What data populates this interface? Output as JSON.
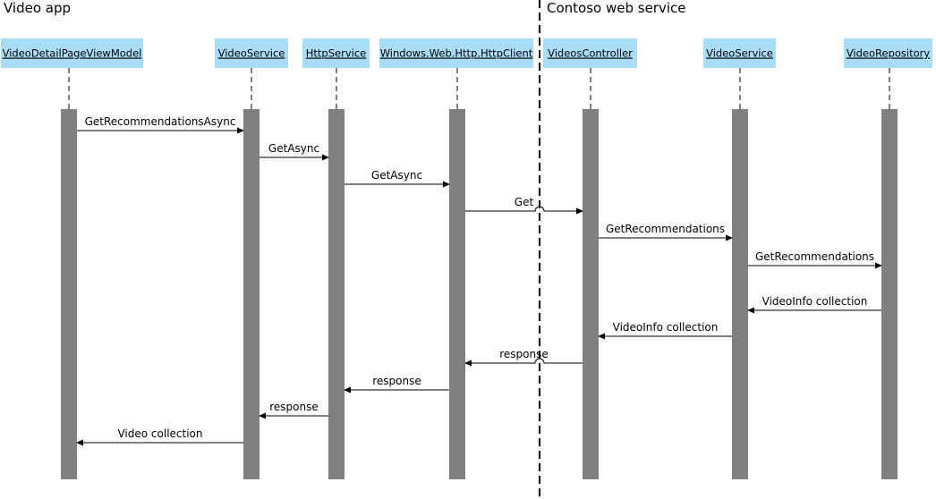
{
  "sections": {
    "left_title": "Video app",
    "right_title": "Contoso web service"
  },
  "colors": {
    "participant_fill": "#a9dcf7",
    "activation_bar": "#808080",
    "line": "#000000"
  },
  "participants": [
    {
      "id": "p0",
      "label": "VideoDetailPageViewModel"
    },
    {
      "id": "p1",
      "label": "VideoService"
    },
    {
      "id": "p2",
      "label": "HttpService"
    },
    {
      "id": "p3",
      "label": "Windows.Web.Http.HttpClient"
    },
    {
      "id": "p4",
      "label": "VideosController"
    },
    {
      "id": "p5",
      "label": "VideoService"
    },
    {
      "id": "p6",
      "label": "VideoRepository"
    }
  ],
  "messages": [
    {
      "from": "p0",
      "to": "p1",
      "label": "GetRecommendationsAsync"
    },
    {
      "from": "p1",
      "to": "p2",
      "label": "GetAsync"
    },
    {
      "from": "p2",
      "to": "p3",
      "label": "GetAsync"
    },
    {
      "from": "p3",
      "to": "p4",
      "label": "Get"
    },
    {
      "from": "p4",
      "to": "p5",
      "label": "GetRecommendations"
    },
    {
      "from": "p5",
      "to": "p6",
      "label": "GetRecommendations"
    },
    {
      "from": "p6",
      "to": "p5",
      "label": "VideoInfo collection"
    },
    {
      "from": "p5",
      "to": "p4",
      "label": "VideoInfo collection"
    },
    {
      "from": "p4",
      "to": "p3",
      "label": "response"
    },
    {
      "from": "p3",
      "to": "p2",
      "label": "response"
    },
    {
      "from": "p2",
      "to": "p1",
      "label": "response"
    },
    {
      "from": "p1",
      "to": "p0",
      "label": "Video collection"
    }
  ]
}
